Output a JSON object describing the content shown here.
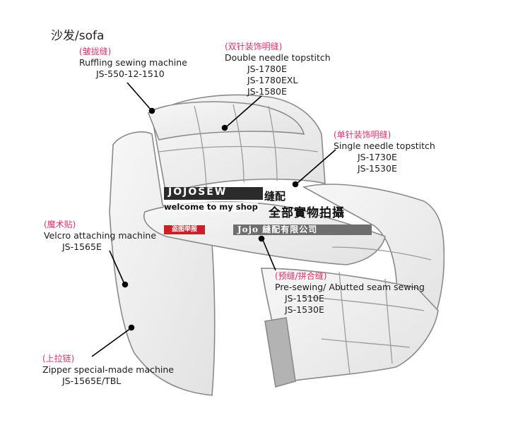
{
  "title": "沙发/sofa",
  "callouts": {
    "ruffling": {
      "cn": "(皱拢缝)",
      "en": "Ruffling sewing machine",
      "models": [
        "JS-550-12-1510"
      ]
    },
    "double_needle": {
      "cn": "(双针装饰明缝)",
      "en": "Double needle topstitch",
      "models": [
        "JS-1780E",
        "JS-1780EXL",
        "JS-1580E"
      ]
    },
    "single_needle": {
      "cn": "(单针装饰明缝)",
      "en": "Single needle topstitch",
      "models": [
        "JS-1730E",
        "JS-1530E"
      ]
    },
    "velcro": {
      "cn": "(魔术贴)",
      "en": "Velcro attaching machine",
      "models": [
        "JS-1565E"
      ]
    },
    "pre_sewing": {
      "cn": "(预缝/拼合缝)",
      "en": "Pre-sewing/ Abutted seam sewing",
      "models": [
        "JS-1510E",
        "JS-1530E"
      ]
    },
    "zipper": {
      "cn": "(上拉链)",
      "en": "Zipper special-made machine",
      "models": [
        "JS-1565E/TBL"
      ]
    }
  },
  "watermark": {
    "brand": "JOJOSEW",
    "brand_cn": "缝配",
    "welcome": "welcome to my shop",
    "slogan": "全部實物拍攝",
    "red_tag": "盗图举报",
    "company": "Jojo 縫配有限公司"
  },
  "colors": {
    "chinese_label": "#d6336c",
    "line": "#000000",
    "sketch": "#8a8a8a"
  }
}
